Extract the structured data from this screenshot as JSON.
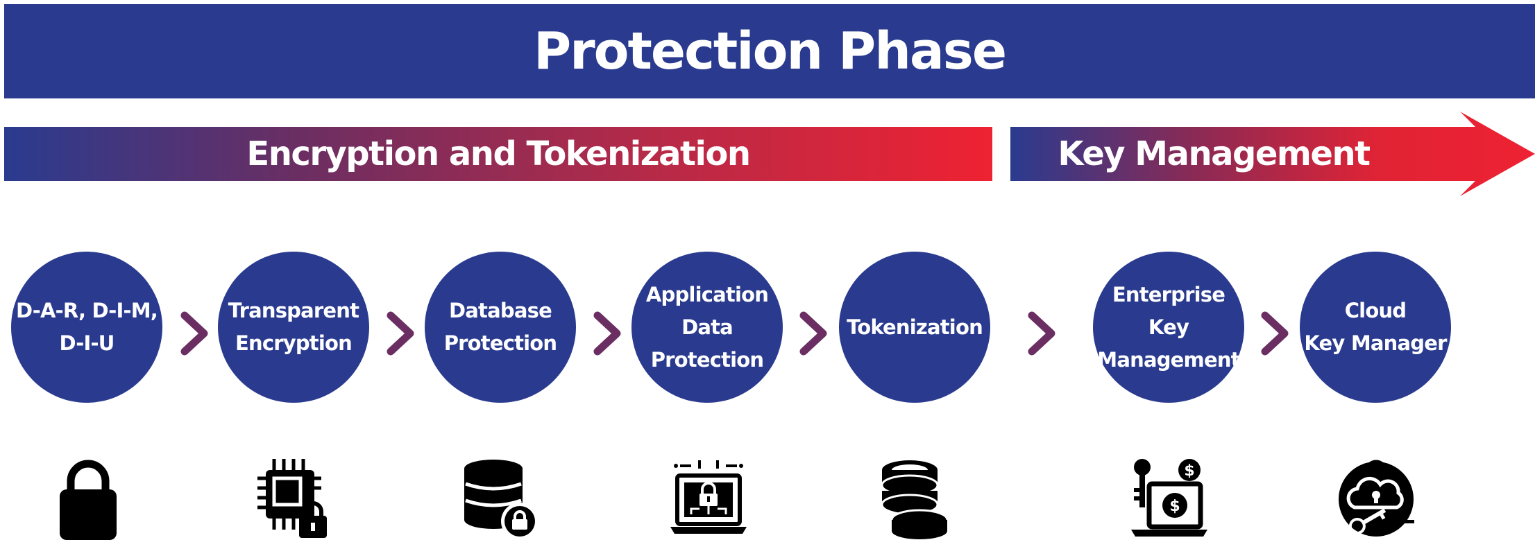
{
  "title": "Protection Phase",
  "bands": {
    "encryption": "Encryption and Tokenization",
    "key_management": "Key Management"
  },
  "colors": {
    "navy": "#2a3b8f",
    "red": "#ee2232",
    "chevron": "#6b2e62"
  },
  "steps": [
    {
      "label": "D-A-R, D-I-M,\nD-I-U",
      "icon": "lock-icon"
    },
    {
      "label": "Transparent\nEncryption",
      "icon": "chip-lock-icon"
    },
    {
      "label": "Database\nProtection",
      "icon": "database-lock-icon"
    },
    {
      "label": "Application\nData\nProtection",
      "icon": "laptop-lock-icon"
    },
    {
      "label": "Tokenization",
      "icon": "coins-stack-icon"
    },
    {
      "label": "Enterprise\nKey\nManagement",
      "icon": "laptop-key-dollar-icon"
    },
    {
      "label": "Cloud\nKey Manager",
      "icon": "cloud-key-lock-icon"
    }
  ]
}
